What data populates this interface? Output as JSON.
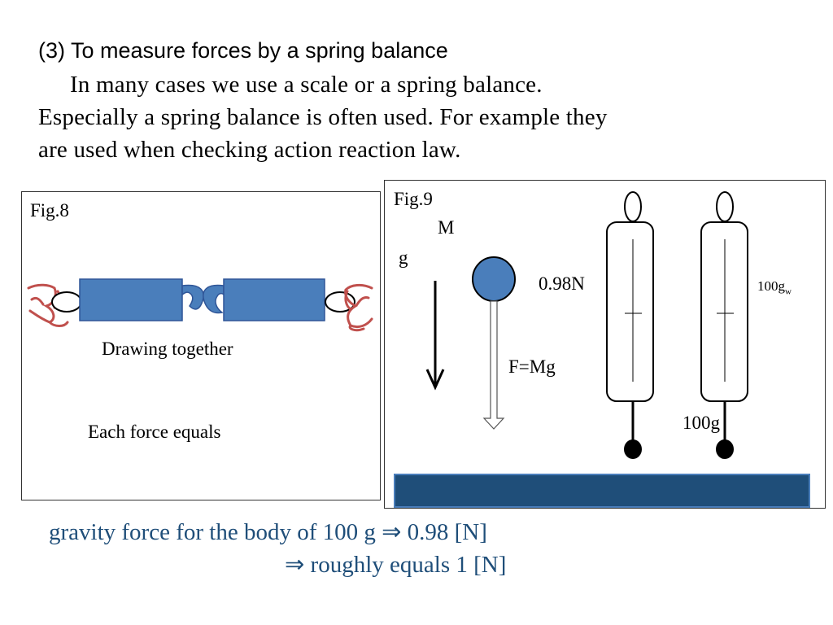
{
  "heading": "(3) To measure forces by a spring balance",
  "paragraph": [
    "In many cases we use a scale or a spring balance.",
    "Especially a spring balance is often used. For example they",
    "are used when checking action reaction law."
  ],
  "fig8": {
    "label": "Fig.8",
    "caption1": "Drawing together",
    "caption2": "Each force equals"
  },
  "fig9": {
    "label": "Fig.9",
    "mass_label_m": "M",
    "mass_label_g": "g",
    "force_label": "F=Mg",
    "reading_left": "0.98N",
    "reading_right": "100g",
    "reading_right_sub": "w",
    "weight_label": "100g"
  },
  "bottom": {
    "line1": "gravity force for the body of 100 g ⇒ 0.98 [N]",
    "line2": "⇒ roughly equals 1 [N]"
  },
  "colors": {
    "block_blue": "#4a7ebb",
    "ground_blue": "#1f4e79",
    "hand_red": "#c0504d",
    "text_blue": "#1f4e79"
  }
}
